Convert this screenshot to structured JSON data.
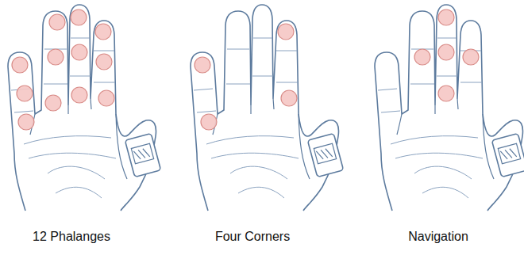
{
  "diagram": {
    "labels": [
      "12 Phalanges",
      "Four Corners",
      "Navigation"
    ]
  }
}
